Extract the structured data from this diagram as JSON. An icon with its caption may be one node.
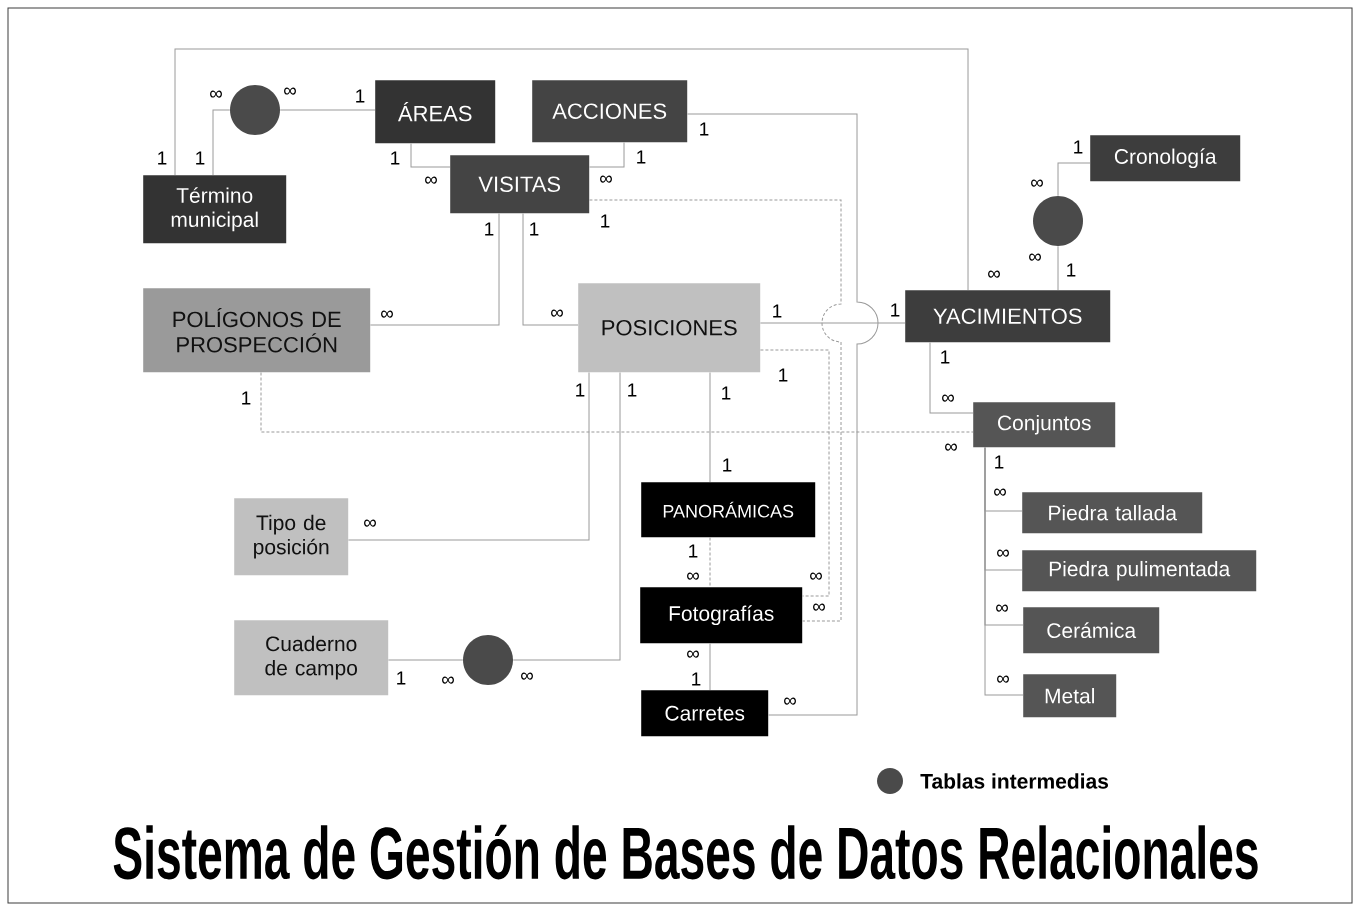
{
  "diagram": {
    "title": "Sistema de Gestión de Bases de Datos Relacionales",
    "nodes": [
      {
        "text": [
          "ÁREAS"
        ]
      },
      {
        "text": [
          "ACCIONES"
        ]
      },
      {
        "text": [
          "Término municipal"
        ]
      },
      {
        "text": [],
        "shape": "circle"
      },
      {
        "text": [
          "VISITAS"
        ]
      },
      {
        "text": [
          "POLÍGONOS DE PROSPECCIÓN"
        ]
      },
      {
        "text": [
          "POSICIONES"
        ]
      },
      {
        "text": [
          "YACIMIENTOS"
        ]
      },
      {
        "text": [
          "Cronología"
        ]
      },
      {
        "text": [],
        "shape": "circle"
      },
      {
        "text": [
          "Conjuntos"
        ]
      },
      {
        "text": [
          "Tipo de posición"
        ]
      },
      {
        "text": [
          "PANORÁMICAS"
        ]
      },
      {
        "text": [
          "Fotografías"
        ]
      },
      {
        "text": [
          "Cuaderno de campo"
        ]
      },
      {
        "text": [],
        "shape": "circle"
      },
      {
        "text": [
          "Carretes"
        ]
      },
      {
        "text": [
          "Piedra tallada"
        ]
      },
      {
        "text": [
          "Piedra pulimentada"
        ]
      },
      {
        "text": [
          "Cerámica"
        ]
      },
      {
        "text": [
          "Metal"
        ]
      }
    ],
    "edges": [
      {
        "from": 2,
        "to": 7,
        "arrow": "none"
      },
      {
        "from": 2,
        "to": 3,
        "arrow": "none"
      },
      {
        "from": 3,
        "to": 0,
        "arrow": "none"
      },
      {
        "from": 0,
        "to": 4,
        "arrow": "none"
      },
      {
        "from": 1,
        "to": 4,
        "arrow": "none"
      },
      {
        "from": 1,
        "to": 16,
        "arrow": "none"
      },
      {
        "from": 4,
        "to": 5,
        "arrow": "none"
      },
      {
        "from": 4,
        "to": 6,
        "arrow": "none"
      },
      {
        "from": 4,
        "to": 13,
        "arrow": "none",
        "style": "dashed"
      },
      {
        "from": 6,
        "to": 7,
        "arrow": "none"
      },
      {
        "from": 6,
        "to": 13,
        "arrow": "none",
        "style": "dashed"
      },
      {
        "from": 5,
        "to": 10,
        "arrow": "none",
        "style": "dashed"
      },
      {
        "from": 6,
        "to": 11,
        "arrow": "none"
      },
      {
        "from": 6,
        "to": 15,
        "arrow": "none"
      },
      {
        "from": 15,
        "to": 14,
        "arrow": "none"
      },
      {
        "from": 6,
        "to": 12,
        "arrow": "none"
      },
      {
        "from": 12,
        "to": 13,
        "arrow": "none",
        "style": "dashed"
      },
      {
        "from": 13,
        "to": 16,
        "arrow": "none"
      },
      {
        "from": 7,
        "to": 9,
        "arrow": "none"
      },
      {
        "from": 9,
        "to": 8,
        "arrow": "none"
      },
      {
        "from": 7,
        "to": 10,
        "arrow": "none"
      },
      {
        "from": 10,
        "to": 17,
        "arrow": "none"
      },
      {
        "from": 10,
        "to": 18,
        "arrow": "none"
      },
      {
        "from": 10,
        "to": 19,
        "arrow": "none"
      },
      {
        "from": 10,
        "to": 20,
        "arrow": "none"
      }
    ],
    "labels": [
      "∞",
      "∞",
      "1",
      "1",
      "1",
      "1",
      "1",
      "1",
      "∞",
      "∞",
      "1",
      "∞",
      "1",
      "1",
      "1",
      "∞",
      "1",
      "∞",
      "∞",
      "∞",
      "1",
      "1",
      "1",
      "1",
      "1",
      "1",
      "1",
      "1",
      "∞",
      "∞",
      "1",
      "1",
      "∞",
      "∞",
      "1",
      "∞",
      "∞",
      "∞",
      "∞",
      "∞",
      "∞",
      "1",
      "∞",
      "∞",
      "1",
      "∞",
      "∞"
    ],
    "legend": [
      {
        "text": "Tablas intermedias",
        "color": "#4a4a4a"
      }
    ]
  }
}
